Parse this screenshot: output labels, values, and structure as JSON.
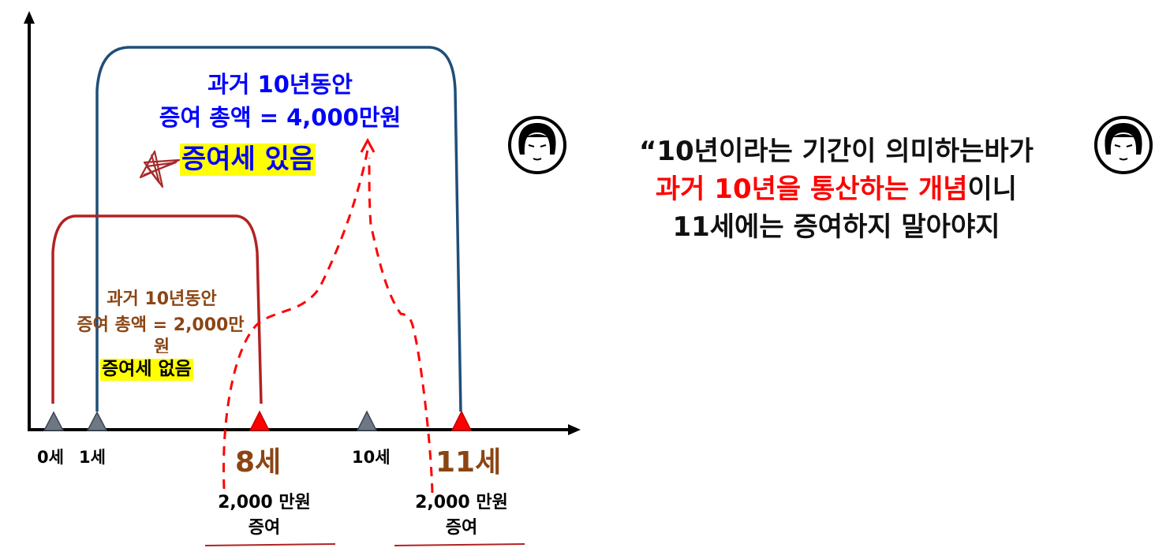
{
  "blue_bracket": {
    "line1": "과거 10년동안",
    "line2": "증여 총액 = 4,000만원",
    "tax_label": "증여세 있음",
    "color": "#1f4e79",
    "text_color": "#0000ff"
  },
  "red_bracket": {
    "line1": "과거 10년동안",
    "line2": "증여 총액 = 2,000만",
    "line3": "원",
    "tax_label": "증여세 없음",
    "color": "#b22222",
    "text_color": "#8b4513"
  },
  "axis_labels": {
    "age0": "0세",
    "age1": "1세",
    "age8": "8세",
    "age10": "10세",
    "age11": "11세"
  },
  "gifts": [
    {
      "amount": "2,000 만원",
      "label": "증여"
    },
    {
      "amount": "2,000 만원",
      "label": "증여"
    }
  ],
  "quote": {
    "line1": "“10년이라는 기간이 의미하는바가",
    "line2_red": "과거 10년을 통산하는 개념",
    "line2_black": "이니",
    "line3": "11세에는 증여하지 말아야지"
  },
  "icons": [
    "star-icon",
    "face-icon"
  ]
}
